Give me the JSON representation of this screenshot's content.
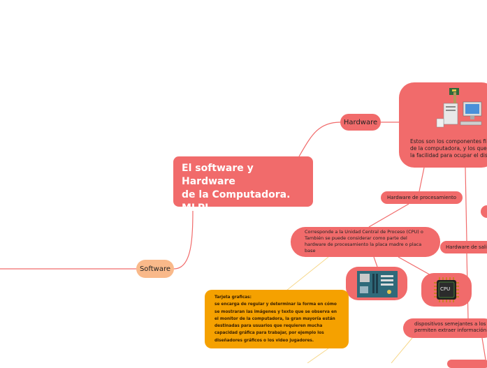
{
  "main_topic": {
    "line1": "El software y Hardware",
    "line2": "de la Computadora.",
    "line3": "MLPL"
  },
  "branches": {
    "hardware": "Hardware",
    "software": "Software"
  },
  "hardware_description": {
    "line1": "Estos son los componentes fi",
    "line2": "de la computadora,  y los que",
    "line3": "la facilidad para ocupar el dis"
  },
  "hardware_procesamiento": "Hardware de procesamiento",
  "procesamiento_description": {
    "line1": "Corresponde a la Unidad Central de Proceso (CPU) o",
    "line2": "También se puede considerar como parte del",
    "line3": "hardware de procesamiento la placa madre o placa",
    "line4": "base"
  },
  "hardware_salida": "Hardware de sali",
  "cpu_chip_label": "CPU",
  "output_description": {
    "line1": "dispositivos semejantes a los d",
    "line2": "permiten extraer información d"
  },
  "tarjeta_graficas": {
    "title": "Tarjeta graficas:",
    "line1": "se encarga de regular y determinar la forma en cómo",
    "line2": "se mostraran las imágenes y texto que se observa en",
    "line3": "el monitor de la computadora, la gran mayoría están",
    "line4": "destinadas para usuarios que requieren mucha",
    "line5": "capacidad gráfica para trabajar, por ejemplo los",
    "line6": "diseñadores gráficos o los video jugadores."
  },
  "colors": {
    "node_red": "#f16b6b",
    "node_peach": "#f9b98a",
    "node_orange": "#f5a100",
    "connector_red": "#f16b6b",
    "connector_yellow": "#f7d88a"
  }
}
